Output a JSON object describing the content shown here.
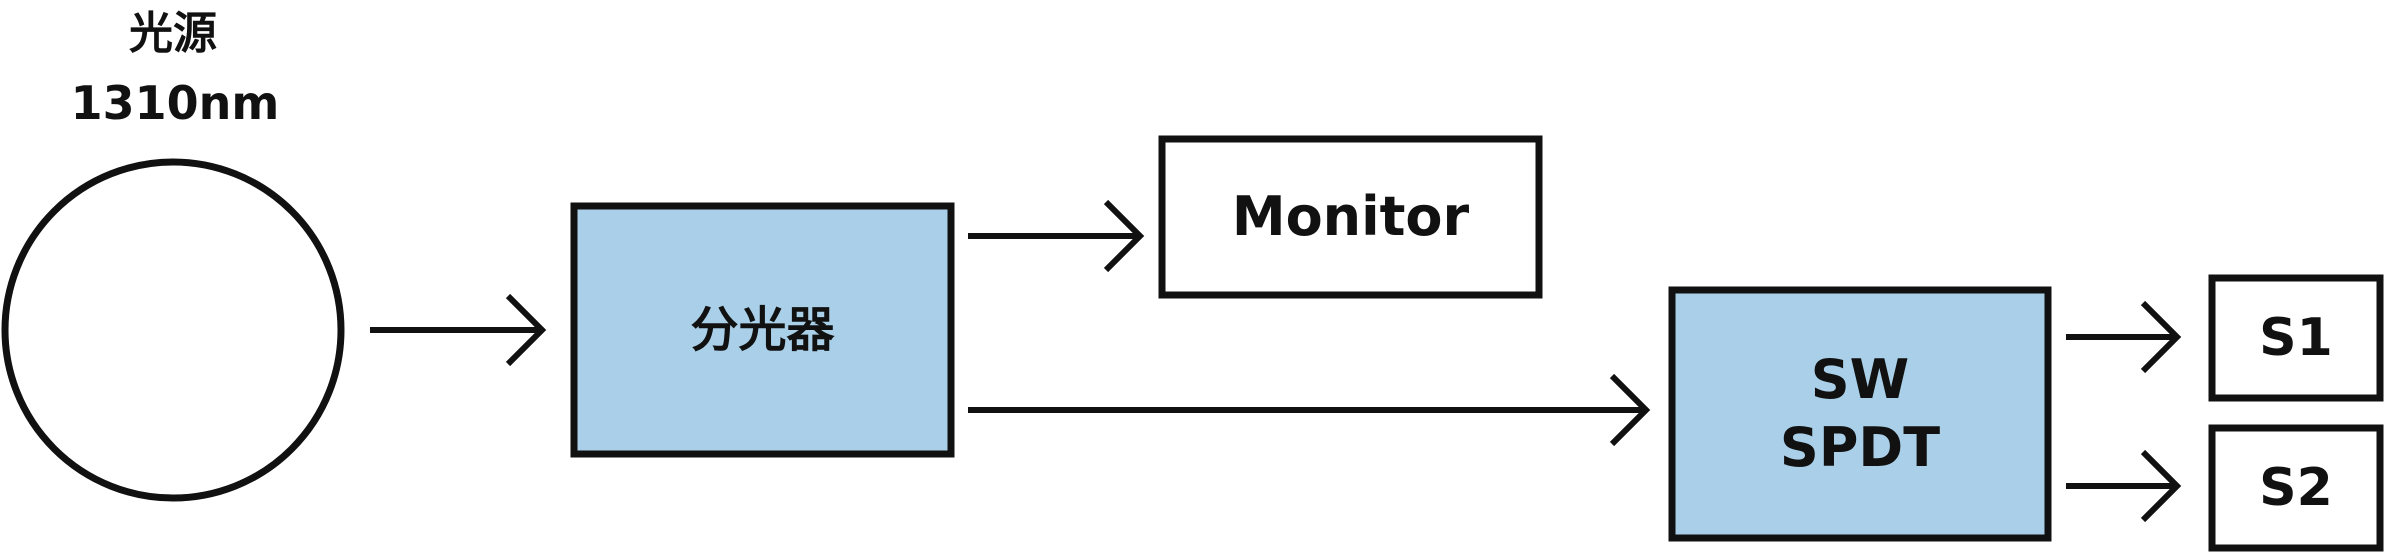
{
  "diagram": {
    "source": {
      "title": "光源",
      "wavelength": "1310nm"
    },
    "splitter": {
      "label": "分光器"
    },
    "monitor": {
      "label": "Monitor"
    },
    "switch": {
      "line1": "SW",
      "line2": "SPDT"
    },
    "outputs": {
      "s1": "S1",
      "s2": "S2"
    },
    "colors": {
      "stroke": "#111111",
      "component_fill": "#a9d0e8",
      "plain_fill": "#ffffff"
    }
  }
}
